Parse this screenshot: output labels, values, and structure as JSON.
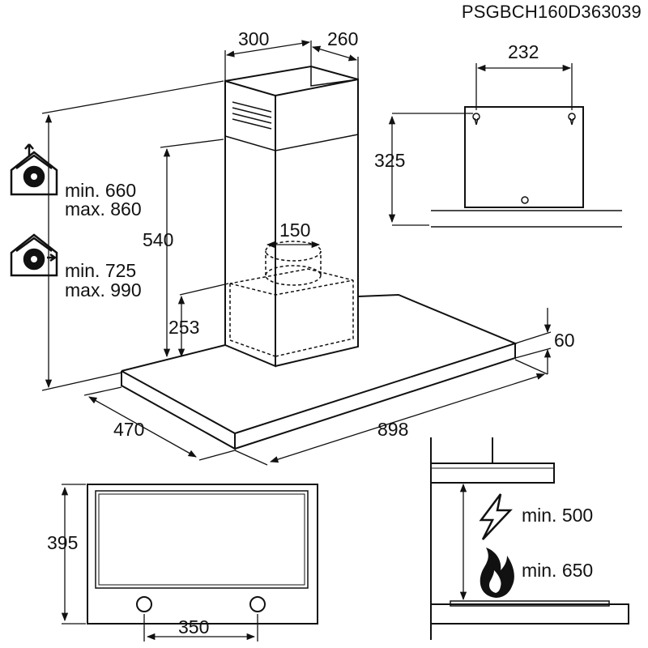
{
  "product_code": "PSGBCH160D363039",
  "dimensions": {
    "chimney_front": "300",
    "chimney_side": "260",
    "bracket_spacing": "232",
    "bracket_height": "325",
    "chimney_height": "540",
    "duct_diameter": "150",
    "filter_height": "253",
    "canopy_thickness": "60",
    "canopy_depth": "470",
    "canopy_width": "898",
    "underside_depth": "395",
    "lamp_spacing": "350"
  },
  "extraction_mode": {
    "icon": "house-extraction-icon",
    "min": "min. 660",
    "max": "max. 860"
  },
  "recirculation_mode": {
    "icon": "house-recirculation-icon",
    "min": "min. 725",
    "max": "max. 990"
  },
  "clearance": {
    "electric": {
      "icon": "lightning-icon",
      "label": "min. 500"
    },
    "gas": {
      "icon": "flame-icon",
      "label": "min. 650"
    }
  }
}
